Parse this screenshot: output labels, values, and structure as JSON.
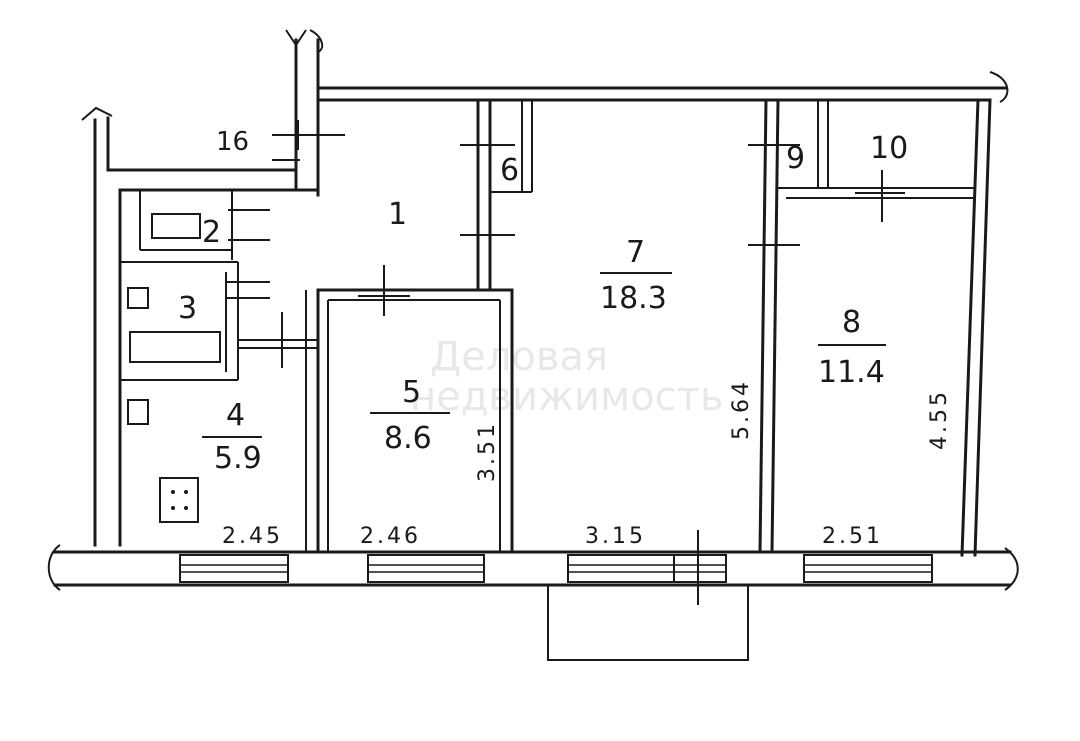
{
  "rooms": [
    {
      "number": "1",
      "area": ""
    },
    {
      "number": "2",
      "area": ""
    },
    {
      "number": "3",
      "area": ""
    },
    {
      "number": "4",
      "area": "5.9"
    },
    {
      "number": "5",
      "area": "8.6"
    },
    {
      "number": "6",
      "area": ""
    },
    {
      "number": "7",
      "area": "18.3"
    },
    {
      "number": "8",
      "area": "11.4"
    },
    {
      "number": "9",
      "area": ""
    },
    {
      "number": "10",
      "area": ""
    }
  ],
  "stair_label": "16",
  "dimensions": {
    "width_room4": "2.45",
    "width_room5": "2.46",
    "width_room7": "3.15",
    "width_room8": "2.51",
    "depth_room5": "3.51",
    "depth_room7": "5.64",
    "depth_room8": "4.55"
  },
  "watermark": {
    "line1": "Деловая",
    "line2": "недвижимость"
  },
  "colors": {
    "line": "#1a1a1a",
    "paper": "#ffffff"
  }
}
